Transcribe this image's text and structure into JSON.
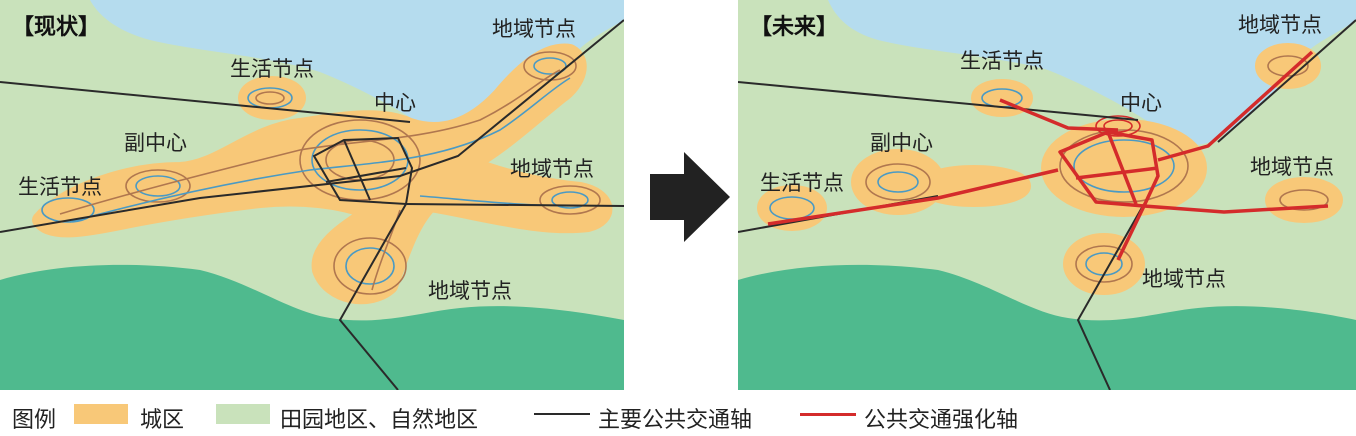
{
  "panels": {
    "left": {
      "title": "【现状】",
      "labels": {
        "center": "中心",
        "subcenter": "副中心",
        "life_node_top": "生活节点",
        "life_node_left": "生活节点",
        "region_node_top": "地域节点",
        "region_node_right": "地域节点",
        "region_node_bottom": "地域节点"
      }
    },
    "right": {
      "title": "【未来】",
      "labels": {
        "center": "中心",
        "subcenter": "副中心",
        "life_node_top": "生活节点",
        "life_node_left": "生活节点",
        "region_node_top": "地域节点",
        "region_node_right": "地域节点",
        "region_node_bottom": "地域节点"
      }
    }
  },
  "legend": {
    "label": "图例",
    "urban_area": "城区",
    "rural_natural": "田园地区、自然地区",
    "main_transit_axis": "主要公共交通轴",
    "enhanced_transit_axis": "公共交通强化轴"
  },
  "colors": {
    "water": "#b5dcee",
    "land": "#c9e2bb",
    "forest": "#4fba8e",
    "urban": "#f8c878",
    "contour_brown": "#b0774f",
    "contour_blue": "#4a9ac4",
    "main_axis": "#2a2a2a",
    "enhanced_axis": "#d42b2b",
    "arrow": "#222222"
  }
}
